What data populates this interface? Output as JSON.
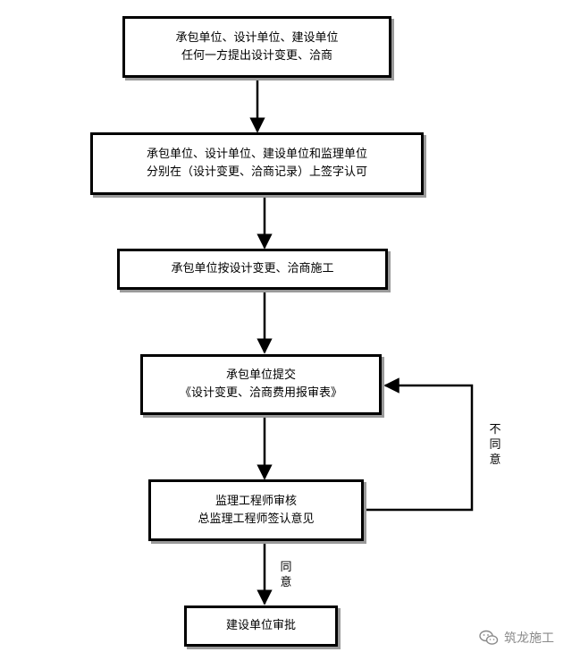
{
  "steps": [
    {
      "lines": [
        "承包单位、设计单位、建设单位",
        "任何一方提出设计变更、洽商"
      ]
    },
    {
      "lines": [
        "承包单位、设计单位、建设单位和监理单位",
        "分别在（设计变更、洽商记录）上签字认可"
      ]
    },
    {
      "lines": [
        "承包单位按设计变更、洽商施工"
      ]
    },
    {
      "lines": [
        "承包单位提交",
        "《设计变更、洽商费用报审表》"
      ]
    },
    {
      "lines": [
        "监理工程师审核",
        "总监理工程师签认意见"
      ]
    },
    {
      "lines": [
        "建设单位审批"
      ]
    }
  ],
  "labels": {
    "agree": "同意",
    "disagree": "不同意"
  },
  "watermark": {
    "text": "筑龙施工",
    "icon": "wechat-icon"
  }
}
